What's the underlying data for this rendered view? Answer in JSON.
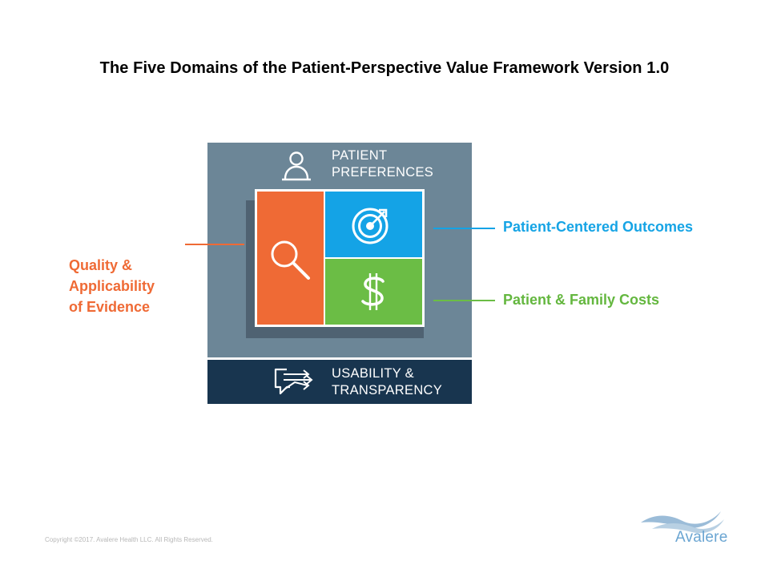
{
  "title": "The Five Domains of the Patient-Perspective Value Framework Version 1.0",
  "colors": {
    "outer_box": "#6c8697",
    "bottom_band": "#18354f",
    "quality": "#ef6a35",
    "outcomes": "#14a3e6",
    "costs": "#6bbd45"
  },
  "diagram": {
    "patient_preferences": {
      "line1": "PATIENT",
      "line2": "PREFERENCES",
      "icon": "person-icon"
    },
    "usability": {
      "line1": "USABILITY &",
      "line2": "TRANSPARENCY",
      "icon": "chat-arrows-icon"
    },
    "quality": {
      "line1": "Quality &",
      "line2": "Applicability",
      "line3": "of Evidence",
      "icon": "magnifier-icon"
    },
    "outcomes": {
      "label": "Patient-Centered Outcomes",
      "icon": "target-icon"
    },
    "costs": {
      "label": "Patient & Family Costs",
      "icon": "dollar-icon"
    }
  },
  "footer": {
    "copyright": "Copyright ©2017. Avalere Health LLC. All Rights Reserved.",
    "logo_text": "Avalere"
  }
}
